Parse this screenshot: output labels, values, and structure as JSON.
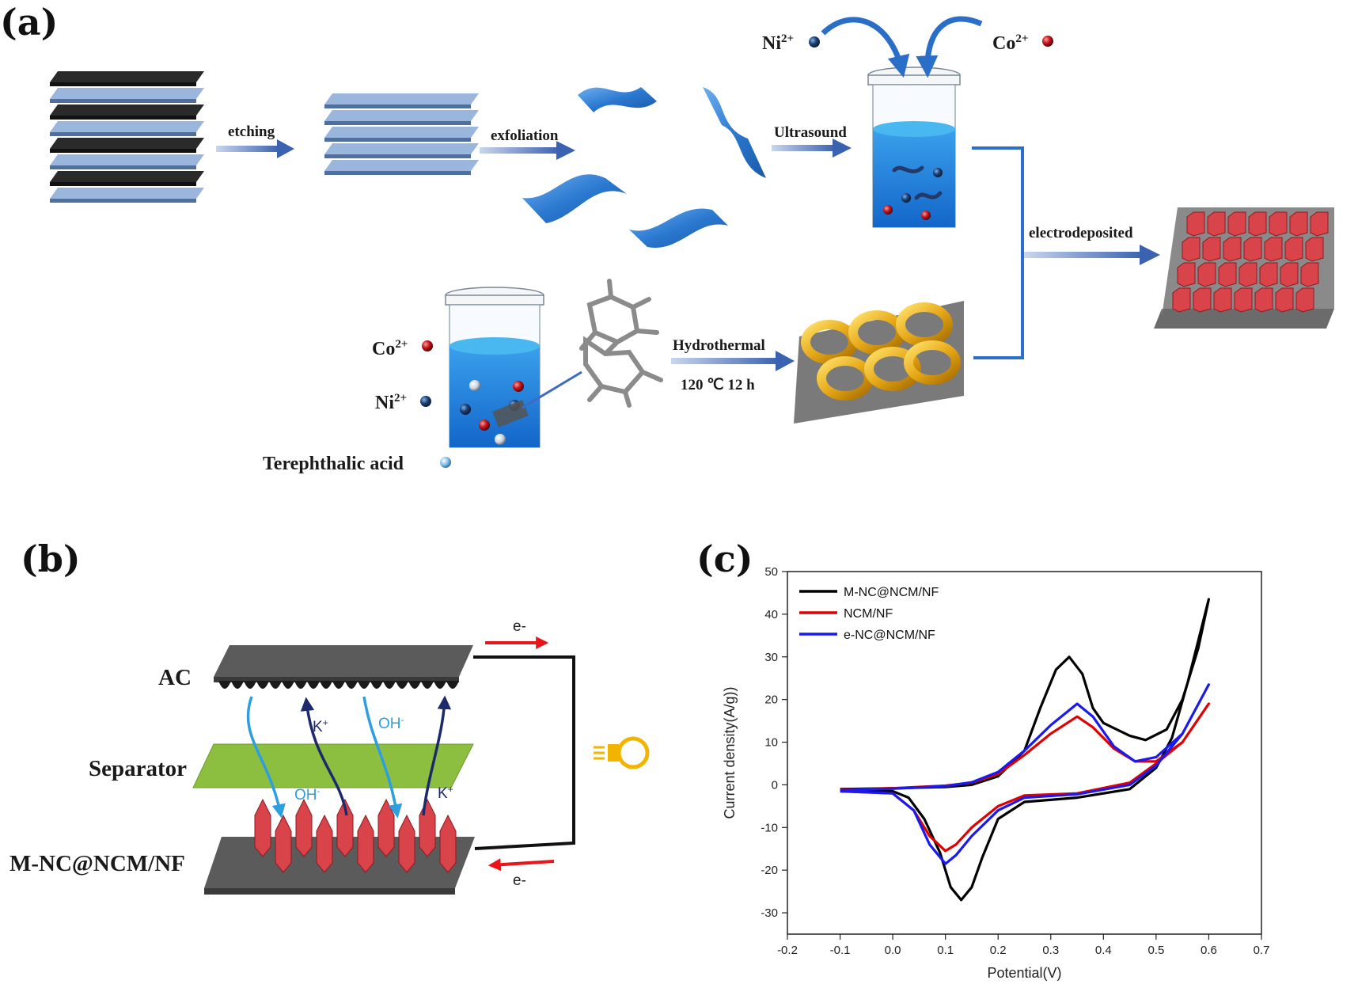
{
  "panels": {
    "a": {
      "label": "(a)",
      "steps": {
        "etching": "etching",
        "exfoliation": "exfoliation",
        "ultrasound": "Ultrasound",
        "hydrothermal": "Hydrothermal",
        "hydrothermal_condition": "120 ℃ 12 h",
        "electrodeposited": "electrodeposited"
      },
      "ions": {
        "ni_top": {
          "base": "Ni",
          "sup": "2+"
        },
        "co_top": {
          "base": "Co",
          "sup": "2+"
        },
        "co_left": {
          "base": "Co",
          "sup": "2+"
        },
        "ni_left": {
          "base": "Ni",
          "sup": "2+"
        }
      },
      "terephthalic_acid": "Terephthalic acid"
    },
    "b": {
      "label": "(b)",
      "ac": "AC",
      "separator": "Separator",
      "electrode": "M-NC@NCM/NF",
      "electron_top": "e-",
      "electron_bottom": "e-",
      "oh_top": "OH",
      "oh_bottom": "OH",
      "k_top": "K",
      "k_bottom": "K",
      "oh_sup": "-",
      "k_sup": "+"
    },
    "c": {
      "label": "(c)"
    }
  },
  "chart_data": {
    "type": "line",
    "xlabel": "Potential(V)",
    "ylabel": "Current density(A/g))",
    "xlim": [
      -0.2,
      0.7
    ],
    "ylim": [
      -35,
      50
    ],
    "xticks": [
      -0.2,
      -0.1,
      0.0,
      0.1,
      0.2,
      0.3,
      0.4,
      0.5,
      0.6,
      0.7
    ],
    "yticks": [
      -30,
      -20,
      -10,
      0,
      10,
      20,
      30,
      40,
      50
    ],
    "xtick_labels": [
      "-0.2",
      "-0.1",
      "0.0",
      "0.1",
      "0.2",
      "0.3",
      "0.4",
      "0.5",
      "0.6",
      "0.7"
    ],
    "ytick_labels": [
      "-30",
      "-20",
      "-10",
      "0",
      "10",
      "20",
      "30",
      "40",
      "50"
    ],
    "legend_position": "top-left",
    "series": [
      {
        "name": "M-NC@NCM/NF",
        "color": "#000000",
        "upper": [
          [
            -0.1,
            -1.0
          ],
          [
            0.0,
            -0.8
          ],
          [
            0.1,
            -0.5
          ],
          [
            0.15,
            0.0
          ],
          [
            0.2,
            2.0
          ],
          [
            0.25,
            8.0
          ],
          [
            0.28,
            18.0
          ],
          [
            0.31,
            27.0
          ],
          [
            0.335,
            30.0
          ],
          [
            0.36,
            26.0
          ],
          [
            0.38,
            18.0
          ],
          [
            0.4,
            14.5
          ],
          [
            0.45,
            11.5
          ],
          [
            0.48,
            10.5
          ],
          [
            0.52,
            13.0
          ],
          [
            0.55,
            20.0
          ],
          [
            0.58,
            32.0
          ],
          [
            0.6,
            43.5
          ]
        ],
        "lower": [
          [
            0.6,
            43.5
          ],
          [
            0.56,
            24.0
          ],
          [
            0.53,
            11.0
          ],
          [
            0.5,
            4.0
          ],
          [
            0.45,
            -1.0
          ],
          [
            0.35,
            -3.0
          ],
          [
            0.25,
            -4.0
          ],
          [
            0.2,
            -8.0
          ],
          [
            0.17,
            -17.0
          ],
          [
            0.15,
            -24.0
          ],
          [
            0.13,
            -27.0
          ],
          [
            0.11,
            -24.0
          ],
          [
            0.09,
            -16.0
          ],
          [
            0.06,
            -8.0
          ],
          [
            0.03,
            -3.0
          ],
          [
            0.0,
            -1.5
          ],
          [
            -0.1,
            -1.5
          ]
        ]
      },
      {
        "name": "NCM/NF",
        "color": "#e00000",
        "upper": [
          [
            -0.1,
            -1.2
          ],
          [
            0.0,
            -0.8
          ],
          [
            0.1,
            -0.2
          ],
          [
            0.15,
            0.5
          ],
          [
            0.2,
            2.5
          ],
          [
            0.25,
            7.0
          ],
          [
            0.3,
            12.0
          ],
          [
            0.35,
            16.0
          ],
          [
            0.38,
            13.5
          ],
          [
            0.42,
            8.5
          ],
          [
            0.46,
            5.5
          ],
          [
            0.5,
            5.5
          ],
          [
            0.55,
            10.0
          ],
          [
            0.6,
            19.0
          ]
        ],
        "lower": [
          [
            0.6,
            19.0
          ],
          [
            0.55,
            10.0
          ],
          [
            0.5,
            5.0
          ],
          [
            0.45,
            0.5
          ],
          [
            0.35,
            -2.0
          ],
          [
            0.25,
            -2.5
          ],
          [
            0.2,
            -5.0
          ],
          [
            0.15,
            -10.0
          ],
          [
            0.12,
            -14.0
          ],
          [
            0.1,
            -15.5
          ],
          [
            0.07,
            -12.0
          ],
          [
            0.04,
            -6.0
          ],
          [
            0.0,
            -2.0
          ],
          [
            -0.1,
            -1.5
          ]
        ]
      },
      {
        "name": "e-NC@NCM/NF",
        "color": "#1a1aee",
        "upper": [
          [
            -0.1,
            -1.3
          ],
          [
            0.0,
            -0.9
          ],
          [
            0.1,
            -0.3
          ],
          [
            0.15,
            0.6
          ],
          [
            0.2,
            3.0
          ],
          [
            0.25,
            8.0
          ],
          [
            0.3,
            14.0
          ],
          [
            0.35,
            19.0
          ],
          [
            0.38,
            16.0
          ],
          [
            0.42,
            9.0
          ],
          [
            0.46,
            5.5
          ],
          [
            0.5,
            6.5
          ],
          [
            0.55,
            12.0
          ],
          [
            0.6,
            23.5
          ]
        ],
        "lower": [
          [
            0.6,
            23.5
          ],
          [
            0.55,
            12.0
          ],
          [
            0.5,
            4.5
          ],
          [
            0.45,
            0.0
          ],
          [
            0.35,
            -2.2
          ],
          [
            0.25,
            -3.0
          ],
          [
            0.2,
            -6.0
          ],
          [
            0.15,
            -12.0
          ],
          [
            0.12,
            -16.5
          ],
          [
            0.1,
            -18.5
          ],
          [
            0.07,
            -14.0
          ],
          [
            0.04,
            -6.0
          ],
          [
            0.0,
            -2.0
          ],
          [
            -0.1,
            -1.5
          ]
        ]
      }
    ]
  }
}
